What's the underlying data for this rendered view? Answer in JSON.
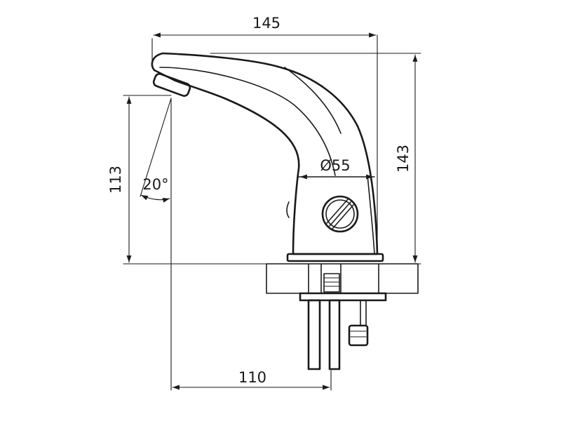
{
  "dimensions": {
    "overall_width": "145",
    "overall_height": "143",
    "spout_height": "113",
    "spray_angle": "20°",
    "body_diameter": "Ø55",
    "spout_reach": "110"
  },
  "colors": {
    "line": "#1a1a1a",
    "background": "#ffffff"
  }
}
